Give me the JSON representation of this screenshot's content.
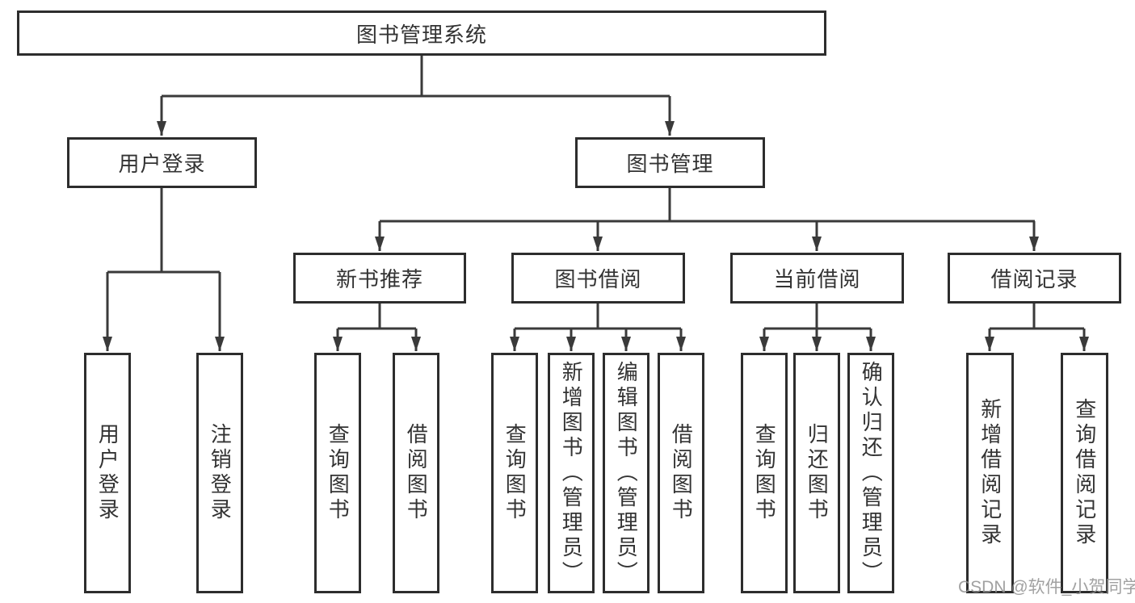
{
  "tree": {
    "label": "图书管理系统",
    "children": [
      {
        "label": "用户登录",
        "children": [
          {
            "label": "用户登录"
          },
          {
            "label": "注销登录"
          }
        ]
      },
      {
        "label": "图书管理",
        "children": [
          {
            "label": "新书推荐",
            "children": [
              {
                "label": "查询图书"
              },
              {
                "label": "借阅图书"
              }
            ]
          },
          {
            "label": "图书借阅",
            "children": [
              {
                "label": "查询图书"
              },
              {
                "label": "新增图书（管理员）"
              },
              {
                "label": "编辑图书（管理员）"
              },
              {
                "label": "借阅图书"
              }
            ]
          },
          {
            "label": "当前借阅",
            "children": [
              {
                "label": "查询图书"
              },
              {
                "label": "归还图书"
              },
              {
                "label": "确认归还（管理员）"
              }
            ]
          },
          {
            "label": "借阅记录",
            "children": [
              {
                "label": "新增借阅记录"
              },
              {
                "label": "查询借阅记录"
              }
            ]
          }
        ]
      }
    ]
  },
  "watermark": {
    "text": "CSDN @软件_小贺同学",
    "color": "#919191"
  },
  "colors": {
    "line": "#3a3a3a",
    "box_border": "#2d2d2d",
    "box_fill": "#ffffff",
    "text": "#333333",
    "background": "#ffffff"
  }
}
